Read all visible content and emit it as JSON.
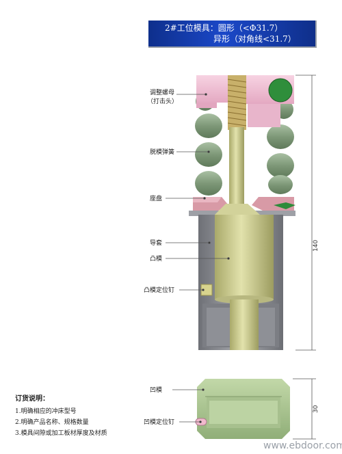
{
  "title": {
    "line1": "2#工位模具：圆形（<Φ31.7）",
    "line2": "异形（对角线<31.7）"
  },
  "labels": {
    "adjust_nut_1": "调整螺母",
    "adjust_nut_2": "（打击头）",
    "stripper_spring": "脱模弹簧",
    "seat": "座盘",
    "guide_sleeve": "导套",
    "punch": "凸模",
    "punch_pin": "凸模定位钉",
    "die": "凹模",
    "die_pin": "凹模定位钉"
  },
  "dimensions": {
    "punch_length": "140",
    "die_height": "30"
  },
  "notes": {
    "title": "订货说明：",
    "items": [
      "1.明确相应的冲床型号",
      "2.明确产品名称、规格数量",
      "3.模具间隙或加工板材厚度及材质"
    ]
  },
  "watermark": "www.ebdoor.com",
  "colors": {
    "title_bg": "#1b48c8",
    "punch": "#c9c98a",
    "nut": "#f0c4d6",
    "spring": "#8fa88a",
    "sleeve": "#8e9096",
    "die": "#b4cc9a",
    "pin_green": "#2e8b3a"
  }
}
